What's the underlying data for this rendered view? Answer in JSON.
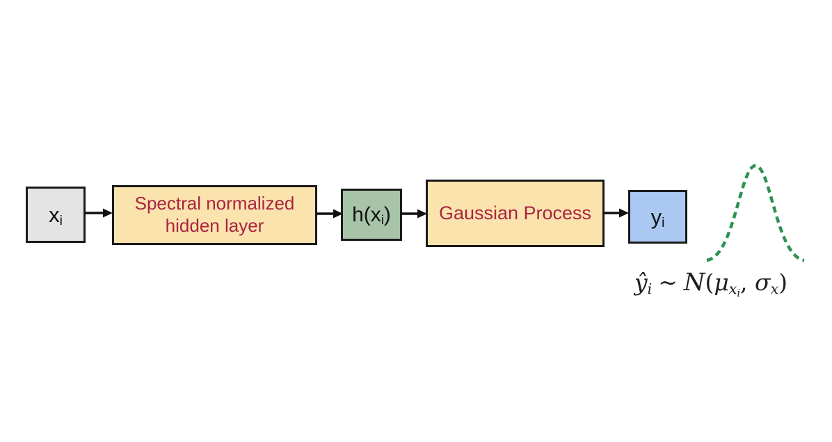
{
  "nodes": {
    "input": {
      "main": "x",
      "sub": "i"
    },
    "hidden": {
      "line1": "Spectral normalized",
      "line2": "hidden layer"
    },
    "feature": {
      "pre": "h(x",
      "sub": "i",
      "post": ")"
    },
    "gp": {
      "label": "Gaussian Process"
    },
    "output": {
      "main": "y",
      "sub": "i"
    }
  },
  "formula": {
    "lhs": "ŷ",
    "lhs_sub": "i",
    "relation": "∼",
    "dist": "N",
    "lparen": "(",
    "mu": "μ",
    "mu_sub": "x",
    "mu_subsub": "i",
    "comma": ",",
    "sigma": "σ",
    "sigma_sub": "x",
    "rparen": ")"
  },
  "icons": {
    "arrow": "arrow-right",
    "curve": "gaussian-bell-dashed"
  },
  "colors": {
    "box_gray": "#e4e4e4",
    "box_cream": "#fbe3ae",
    "box_green": "#a7c4a8",
    "box_blue": "#aac8f2",
    "text_red": "#a92441",
    "border_black": "#1a1a1a",
    "curve_green": "#2e9152",
    "background": "#ffffff"
  }
}
